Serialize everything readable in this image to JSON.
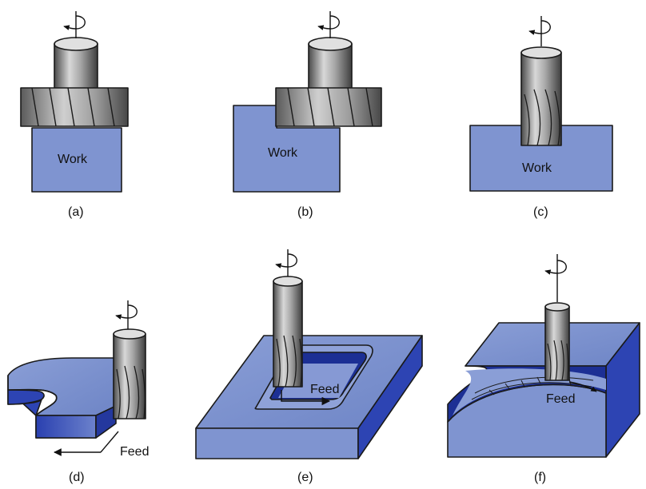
{
  "colors": {
    "work_light": "#7f94d0",
    "work_mid": "#6b82c4",
    "work_dark": "#2d44b3",
    "work_deep": "#1c2f94",
    "tool_light": "#d0d0d0",
    "tool_mid": "#9a9a9a",
    "tool_dark": "#4a4a4a"
  },
  "panels": [
    {
      "id": "a",
      "caption": "(a)",
      "label": "Work"
    },
    {
      "id": "b",
      "caption": "(b)",
      "label": "Work"
    },
    {
      "id": "c",
      "caption": "(c)",
      "label": "Work"
    },
    {
      "id": "d",
      "caption": "(d)",
      "label": "Feed"
    },
    {
      "id": "e",
      "caption": "(e)",
      "label": "Feed"
    },
    {
      "id": "f",
      "caption": "(f)",
      "label": "Feed"
    }
  ],
  "icons": [
    "rotation-arrow-icon"
  ]
}
